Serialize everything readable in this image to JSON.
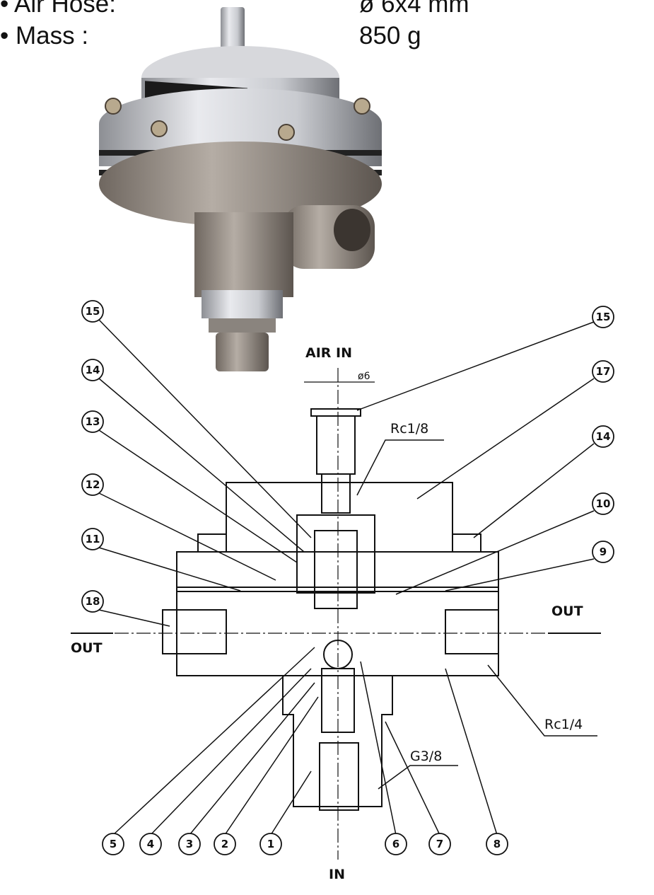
{
  "specs": [
    {
      "label": "• Air Hose:",
      "value": "ø 6x4 mm"
    },
    {
      "label": "• Mass :",
      "value": "850 g"
    }
  ],
  "diagram": {
    "air_in": "AIR IN",
    "hose_dim": "ø6",
    "top_thread": "Rc1/8",
    "out_right": "OUT",
    "out_left": "OUT",
    "side_thread": "Rc1/4",
    "inlet_thread": "G3/8",
    "in": "IN",
    "callouts_left": [
      "15",
      "14",
      "13",
      "12",
      "11",
      "18"
    ],
    "callouts_right": [
      "15",
      "17",
      "14",
      "10",
      "9"
    ],
    "callouts_bottom": [
      "5",
      "4",
      "3",
      "2",
      "1",
      "6",
      "7",
      "8"
    ]
  }
}
